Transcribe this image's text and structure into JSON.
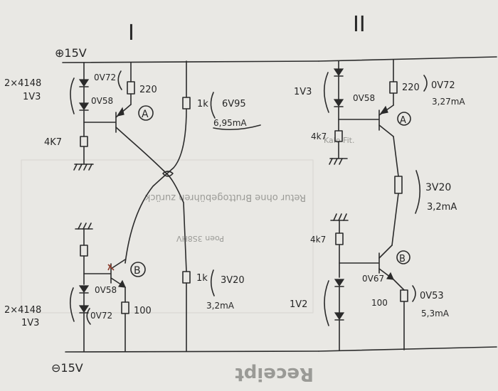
{
  "circuit_i": {
    "title": "I",
    "supply_pos": "⊕15V",
    "supply_neg": "⊖15V",
    "diodes_top_label": "2×4148",
    "diodes_top_voltage": "1V3",
    "diodes_top_drop": "0V72",
    "transistor_a_vbe": "0V58",
    "transistor_a_label": "A",
    "resistor_220": "220",
    "resistor_4k7_top": "4K7",
    "resistor_1k_top": "1k",
    "resistor_1k_top_voltage": "6V95",
    "resistor_1k_top_current": "6,95mA",
    "transistor_b_label": "B",
    "transistor_b_vbe": "0V58",
    "diodes_bottom_label": "2×4148",
    "diodes_bottom_voltage": "1V3",
    "diodes_bottom_drop": "0V72",
    "resistor_100": "100",
    "resistor_1k_bottom": "1k",
    "resistor_1k_bottom_voltage": "3V20",
    "resistor_1k_bottom_current": "3,2mA"
  },
  "circuit_ii": {
    "title": "II",
    "diodes_top_voltage": "1V3",
    "transistor_a_vbe": "0V58",
    "transistor_a_label": "A",
    "resistor_220": "220",
    "resistor_220_voltage": "0V72",
    "resistor_220_current": "3,27mA",
    "resistor_4k7_top": "4k7",
    "resistor_mid_voltage": "3V20",
    "resistor_mid_current": "3,2mA",
    "resistor_4k7_bottom": "4k7",
    "transistor_b_label": "B",
    "transistor_b_vbe": "0V67",
    "diodes_bottom_voltage": "1V2",
    "resistor_100": "100",
    "resistor_100_voltage": "0V53",
    "resistor_100_current": "5,3mA"
  },
  "background_print": {
    "line_1": "Kalo Fit.",
    "line_2": "Retur ohne Bruttogebühren zurück",
    "line_3": "Poen 3S8HV",
    "footer": "Receipt"
  }
}
